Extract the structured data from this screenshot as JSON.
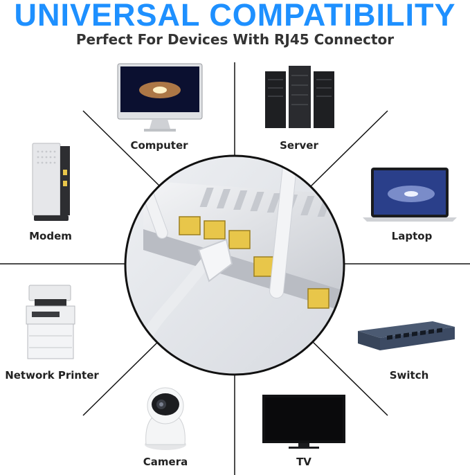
{
  "header": {
    "title": "UNIVERSAL COMPATIBILITY",
    "subtitle": "Perfect For Devices With RJ45 Connector"
  },
  "devices": [
    {
      "label": "Computer",
      "icon": "computer-icon"
    },
    {
      "label": "Server",
      "icon": "server-icon"
    },
    {
      "label": "Modem",
      "icon": "modem-icon"
    },
    {
      "label": "Laptop",
      "icon": "laptop-icon"
    },
    {
      "label": "Network Printer",
      "icon": "printer-icon"
    },
    {
      "label": "Switch",
      "icon": "switch-icon"
    },
    {
      "label": "Camera",
      "icon": "camera-icon"
    },
    {
      "label": "TV",
      "icon": "tv-icon"
    }
  ],
  "colors": {
    "title": "#1e90ff",
    "subtitle": "#333333",
    "port_yellow": "#e8c64a"
  }
}
